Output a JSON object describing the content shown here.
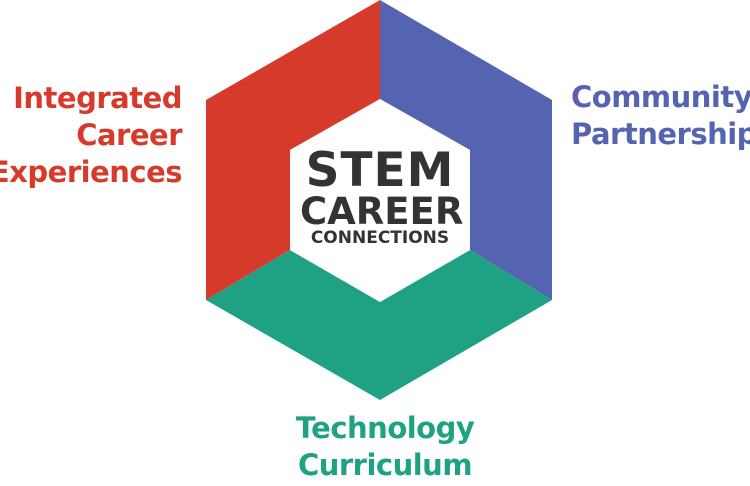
{
  "logo": {
    "line1": "STEM",
    "line2": "CAREER",
    "line3": "CONNECTIONS"
  },
  "segments": {
    "left": {
      "lines": [
        "Integrated",
        "Career",
        "Experiences"
      ],
      "color": "#d63a2a"
    },
    "right": {
      "lines": [
        "Community",
        "Partnership"
      ],
      "color": "#5464b0"
    },
    "bottom": {
      "lines": [
        "Technology",
        "Curriculum"
      ],
      "color": "#1fa183"
    }
  },
  "colors": {
    "center_text": "#333333",
    "inner_fill": "#ffffff"
  }
}
